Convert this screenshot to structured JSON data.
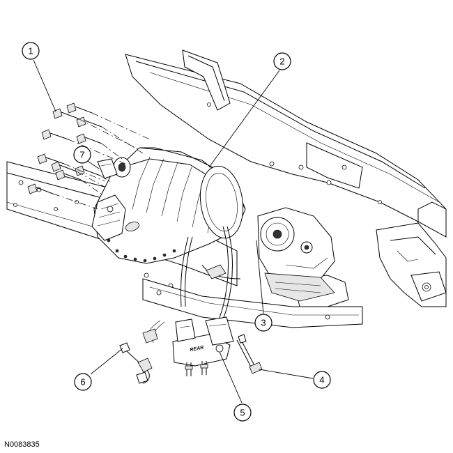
{
  "figure_id": "N0083835",
  "embossed_labels": {
    "mount_text": "REAR"
  },
  "callouts": [
    {
      "id": "1",
      "label": "1"
    },
    {
      "id": "2",
      "label": "2"
    },
    {
      "id": "3",
      "label": "3"
    },
    {
      "id": "4",
      "label": "4"
    },
    {
      "id": "5",
      "label": "5"
    },
    {
      "id": "6",
      "label": "6"
    },
    {
      "id": "7",
      "label": "7"
    }
  ]
}
